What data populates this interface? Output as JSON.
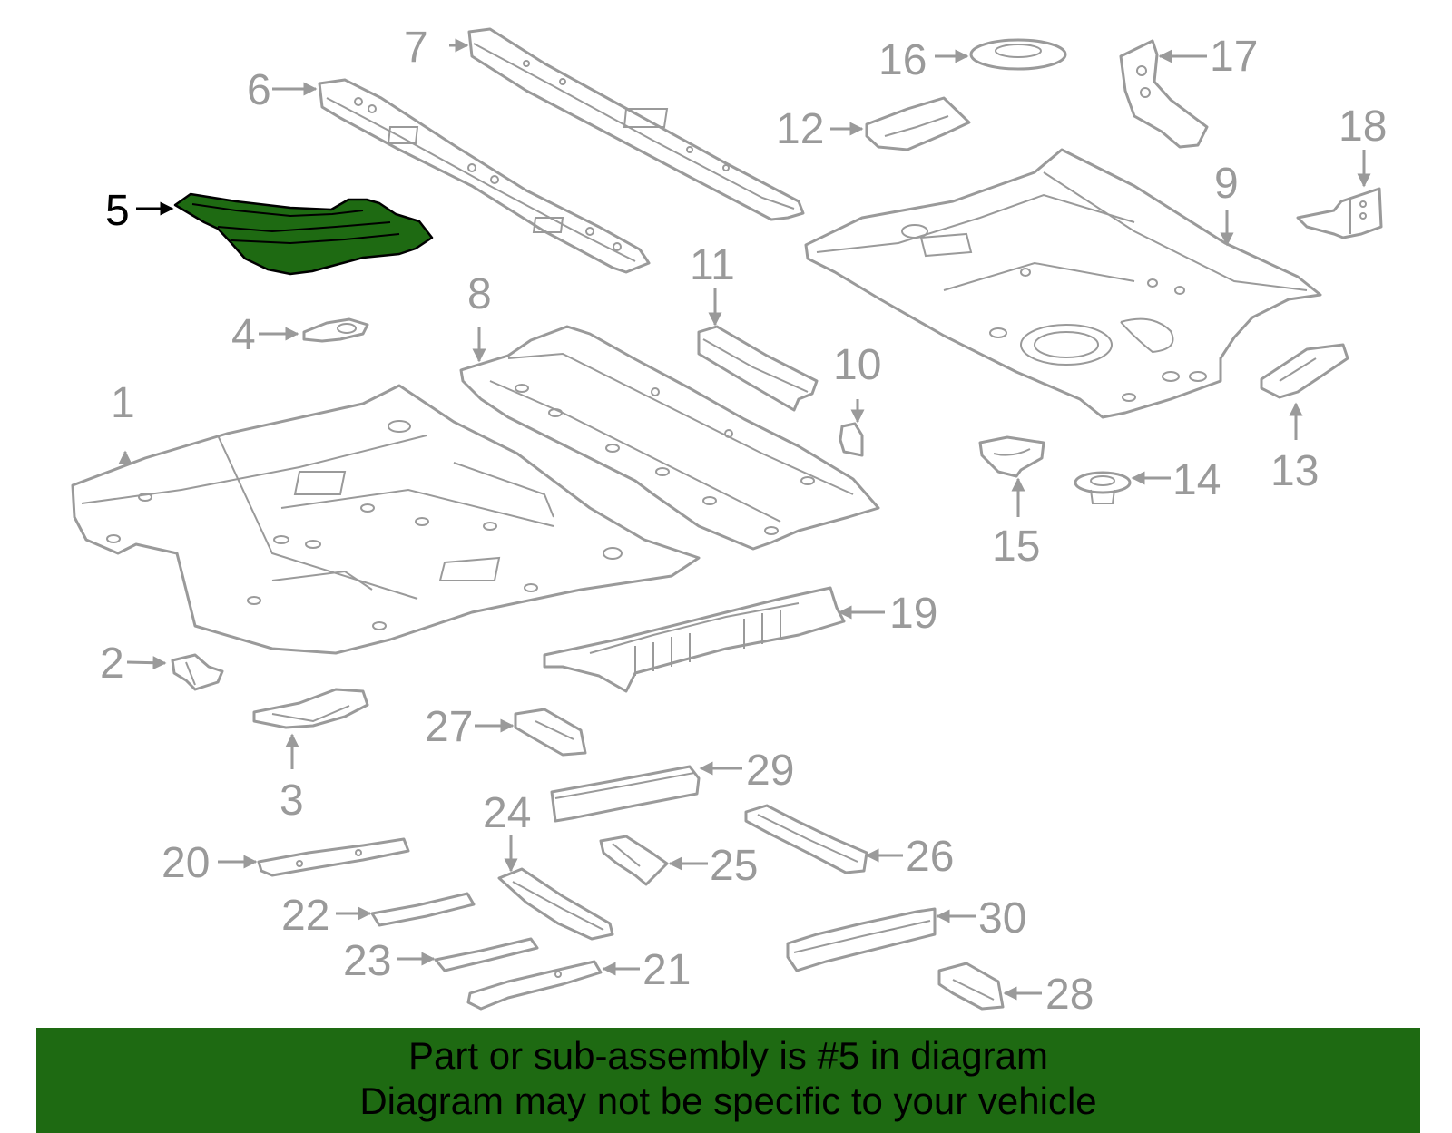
{
  "diagram": {
    "selected_part": "5",
    "colors": {
      "highlight": "#1e6a12",
      "part_outline": "#9a9a9a",
      "selected_label": "#000000"
    },
    "labels": [
      "1",
      "2",
      "3",
      "4",
      "5",
      "6",
      "7",
      "8",
      "9",
      "10",
      "11",
      "12",
      "13",
      "14",
      "15",
      "16",
      "17",
      "18",
      "19",
      "20",
      "21",
      "22",
      "23",
      "24",
      "25",
      "26",
      "27",
      "28",
      "29",
      "30"
    ]
  },
  "banner": {
    "line1": "Part or sub-assembly is #5 in diagram",
    "line2": "Diagram may not be specific to your vehicle"
  }
}
